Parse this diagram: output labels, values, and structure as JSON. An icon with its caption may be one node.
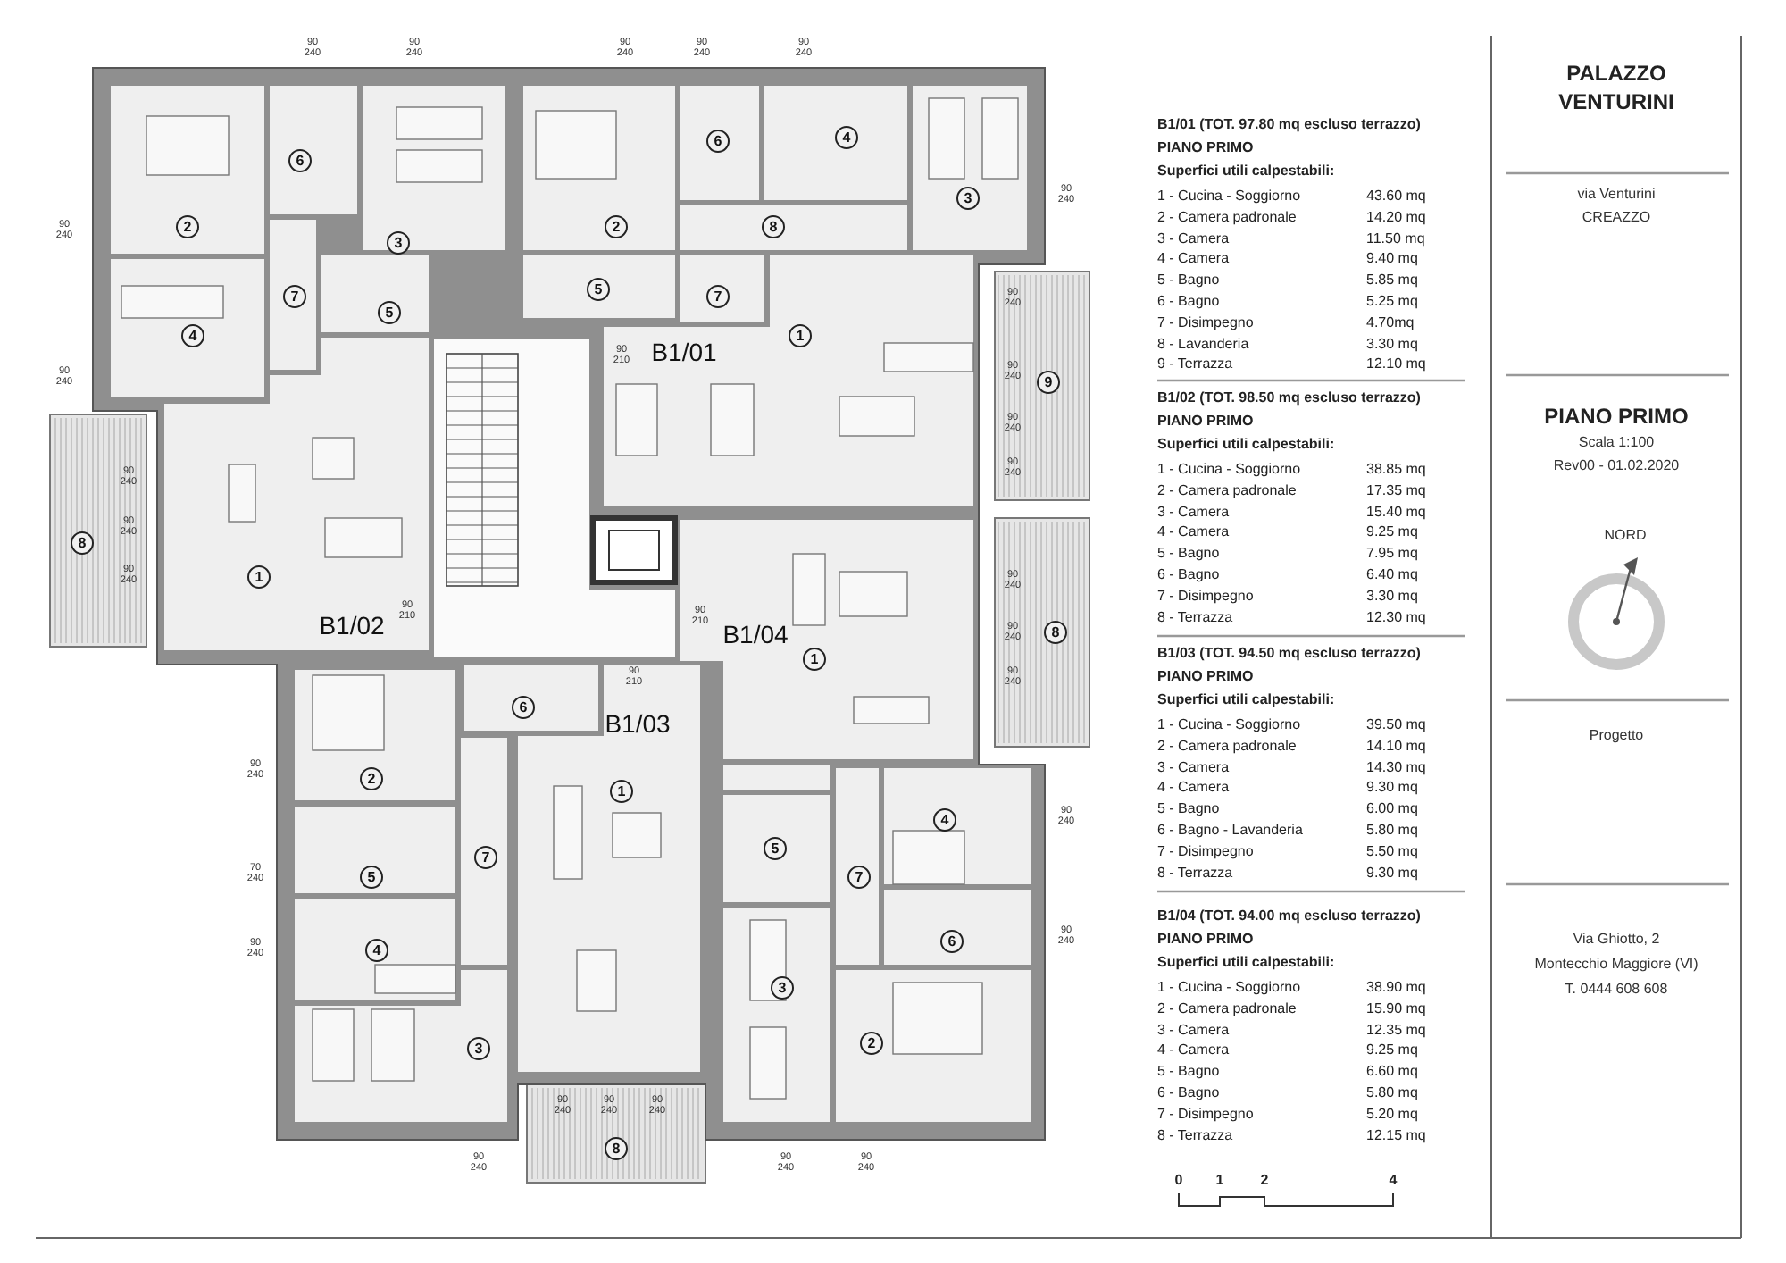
{
  "diagram": {
    "title": "PALAZZO VENTURINI",
    "nodes": [
      {
        "text": [
          "1"
        ]
      },
      {
        "text": [
          "2"
        ]
      },
      {
        "text": [
          "3"
        ]
      },
      {
        "text": [
          "4"
        ]
      },
      {
        "text": [
          "5"
        ]
      },
      {
        "text": [
          "6"
        ]
      },
      {
        "text": [
          "7"
        ]
      },
      {
        "text": [
          "8"
        ]
      },
      {
        "text": [
          "1"
        ]
      },
      {
        "text": [
          "2"
        ]
      },
      {
        "text": [
          "3"
        ]
      },
      {
        "text": [
          "4"
        ]
      },
      {
        "text": [
          "5"
        ]
      },
      {
        "text": [
          "6"
        ]
      },
      {
        "text": [
          "7"
        ]
      },
      {
        "text": [
          "8"
        ]
      },
      {
        "text": [
          "9"
        ]
      },
      {
        "text": [
          "1"
        ]
      },
      {
        "text": [
          "2"
        ]
      },
      {
        "text": [
          "3"
        ]
      },
      {
        "text": [
          "4"
        ]
      },
      {
        "text": [
          "5"
        ]
      },
      {
        "text": [
          "6"
        ]
      },
      {
        "text": [
          "7"
        ]
      },
      {
        "text": [
          "8"
        ]
      },
      {
        "text": [
          "1"
        ]
      },
      {
        "text": [
          "2"
        ]
      },
      {
        "text": [
          "3"
        ]
      },
      {
        "text": [
          "4"
        ]
      },
      {
        "text": [
          "5"
        ]
      },
      {
        "text": [
          "6"
        ]
      },
      {
        "text": [
          "7"
        ]
      },
      {
        "text": [
          "8"
        ]
      }
    ],
    "labels": [
      "B1/02",
      "B1/01",
      "B1/04",
      "B1/03",
      "90 240",
      "90 240",
      "90 240",
      "90 240",
      "90 240",
      "90 240",
      "90 240",
      "90 240",
      "90 240",
      "90 240",
      "90 210",
      "90 240",
      "90 240",
      "90 240",
      "90 240",
      "90 240",
      "90 210",
      "90 240",
      "90 240",
      "90 240",
      "90 210",
      "90 240",
      "90 240",
      "90 240",
      "90 240",
      "90 240",
      "90 240",
      "90 240",
      "90 210",
      "90 240",
      "70 240",
      "90 240",
      "90 240",
      "B1/01 (TOT. 97.80 mq escluso terrazzo)",
      "PIANO PRIMO",
      "Superfici utili calpestabili:",
      "1 - Cucina - Soggiorno",
      "43.60 mq",
      "2 - Camera padronale",
      "14.20 mq",
      "3 - Camera",
      "11.50 mq",
      "4 - Camera",
      "9.40 mq",
      "5 - Bagno",
      "5.85 mq",
      "6 - Bagno",
      "5.25 mq",
      "7 - Disimpegno",
      "4.70mq",
      "8 - Lavanderia",
      "3.30 mq",
      "9 - Terrazza",
      "12.10 mq",
      "B1/02 (TOT. 98.50 mq escluso terrazzo)",
      "PIANO PRIMO",
      "Superfici utili calpestabili:",
      "1 - Cucina - Soggiorno",
      "38.85 mq",
      "2 - Camera padronale",
      "17.35 mq",
      "3 - Camera",
      "15.40 mq",
      "4 - Camera",
      "9.25 mq",
      "5 - Bagno",
      "7.95 mq",
      "6 - Bagno",
      "6.40 mq",
      "7 - Disimpegno",
      "3.30 mq",
      "8 - Terrazza",
      "12.30 mq",
      "B1/03 (TOT. 94.50 mq escluso terrazzo)",
      "PIANO PRIMO",
      "Superfici utili calpestabili:",
      "1 - Cucina - Soggiorno",
      "39.50 mq",
      "2 - Camera padronale",
      "14.10 mq",
      "3 - Camera",
      "14.30 mq",
      "4 - Camera",
      "9.30 mq",
      "5 - Bagno",
      "6.00 mq",
      "6 - Bagno - Lavanderia",
      "5.80 mq",
      "7 - Disimpegno",
      "5.50 mq",
      "8 - Terrazza",
      "9.30 mq",
      "B1/04 (TOT. 94.00 mq escluso terrazzo)",
      "PIANO PRIMO",
      "Superfici utili calpestabili:",
      "1 - Cucina - Soggiorno",
      "38.90 mq",
      "2 - Camera padronale",
      "15.90 mq",
      "3 - Camera",
      "12.35 mq",
      "4 - Camera",
      "9.25 mq",
      "5 - Bagno",
      "6.60 mq",
      "6 - Bagno",
      "5.80 mq",
      "7 - Disimpegno",
      "5.20 mq",
      "8 - Terrazza",
      "12.15 mq",
      "0",
      "1",
      "2",
      "4",
      "via Venturini",
      "CREAZZO",
      "PIANO PRIMO",
      "Scala 1:100",
      "Rev00 - 01.02.2020",
      "NORD",
      "Progetto",
      "Via Ghiotto, 2",
      "Montecchio Maggiore (VI)",
      "T. 0444 608 608"
    ]
  }
}
